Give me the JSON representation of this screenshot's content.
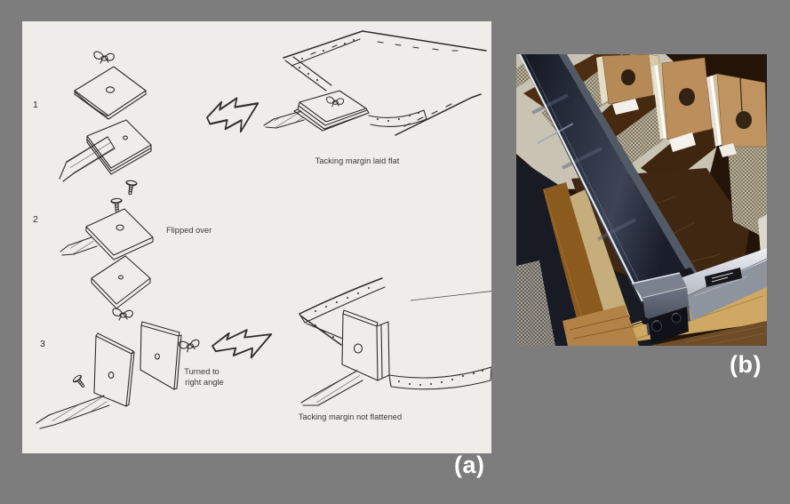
{
  "colors": {
    "background": "#7d7d7d",
    "paper": "#efedea",
    "ink": "#2d2d2d",
    "figure_label_text": "#ffffff",
    "photo_steel_dark": "#232a3a",
    "photo_aluminium": "#c6cbd3",
    "photo_plywood": "#bb8e5b",
    "photo_oak_frame": "#cfa863"
  },
  "panel_a": {
    "label": "(a)",
    "steps": [
      {
        "number": "1"
      },
      {
        "number": "2"
      },
      {
        "number": "3"
      }
    ],
    "captions": {
      "result_top": "Tacking margin laid flat",
      "flipped_over": "Flipped over",
      "turned_line1": "Turned to",
      "turned_line2": "right angle",
      "result_bottom": "Tacking margin not flattened"
    }
  },
  "panel_b": {
    "label": "(b)"
  }
}
